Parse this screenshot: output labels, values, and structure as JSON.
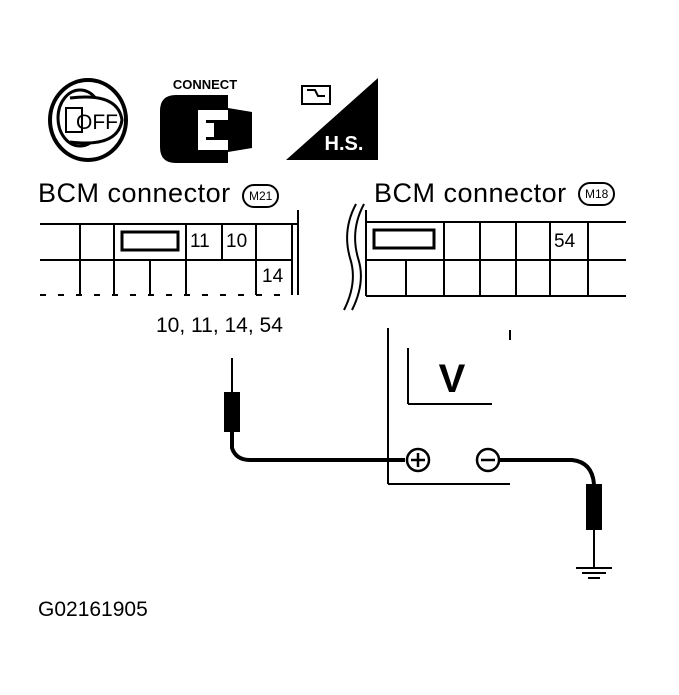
{
  "icons": {
    "ignition": {
      "label": "OFF"
    },
    "connect": {
      "label": "CONNECT"
    },
    "hs": {
      "label": "H.S."
    }
  },
  "left_connector": {
    "title": "BCM connector",
    "badge": "M21",
    "pins_row1": [
      "11",
      "10"
    ],
    "pins_row2": [
      "14"
    ]
  },
  "right_connector": {
    "title": "BCM connector",
    "badge": "M18",
    "pins_row1": [
      "54"
    ]
  },
  "probe_label": "10, 11, 14, 54",
  "meter": {
    "label": "V",
    "plus": "+",
    "minus": "−"
  },
  "figure_id": "G02161905"
}
